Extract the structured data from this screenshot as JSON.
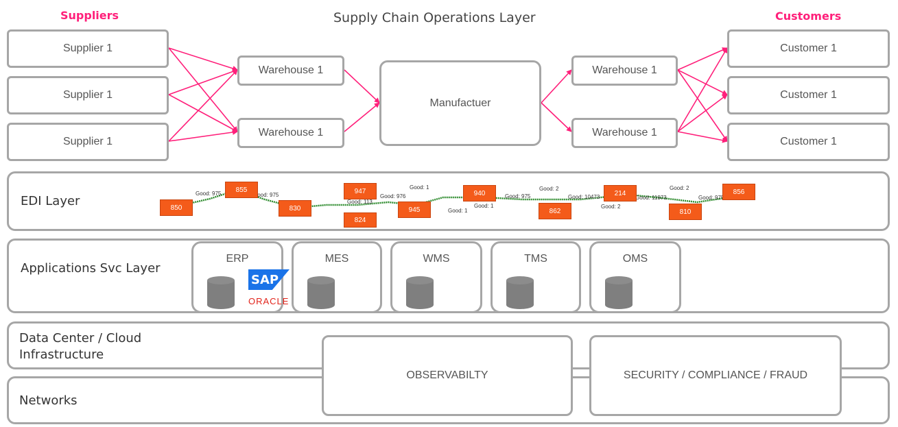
{
  "header": {
    "suppliers_title": "Suppliers",
    "main_title": "Supply Chain Operations Layer",
    "customers_title": "Customers"
  },
  "flow": {
    "suppliers": [
      "Supplier 1",
      "Supplier 1",
      "Supplier 1"
    ],
    "warehouses_in": [
      "Warehouse 1",
      "Warehouse 1"
    ],
    "manufacturer": "Manufactuer",
    "warehouses_out": [
      "Warehouse 1",
      "Warehouse 1"
    ],
    "customers": [
      "Customer 1",
      "Customer 1",
      "Customer 1"
    ],
    "arrow_color": "#ff1f7a"
  },
  "layers": {
    "edi": "EDI Layer",
    "apps": "Applications Svc Layer",
    "datacenter": "Data Center / Cloud Infrastructure",
    "networks": "Networks"
  },
  "edi_flow": {
    "tag_color": "#f45b1a",
    "line_color": "#2e8b2e",
    "tags": [
      "850",
      "855",
      "830",
      "947",
      "824",
      "945",
      "940",
      "862",
      "214",
      "810",
      "856"
    ],
    "notes": [
      "Good: 975",
      "Good: 975",
      "Good: 976",
      "Good: 113",
      "Good: 1",
      "Good: 1",
      "Good: 1",
      "Good: 975",
      "Good: 2",
      "Good: 10473",
      "Good: 2",
      "Good: 11973",
      "Good: 2",
      "Good: 975"
    ]
  },
  "apps": [
    {
      "name": "ERP",
      "icon": "database-icon",
      "vendors": [
        "SAP",
        "ORACLE"
      ]
    },
    {
      "name": "MES",
      "icon": "database-icon"
    },
    {
      "name": "WMS",
      "icon": "database-icon"
    },
    {
      "name": "TMS",
      "icon": "database-icon"
    },
    {
      "name": "OMS",
      "icon": "database-icon"
    }
  ],
  "cross_cutting": {
    "observability": "OBSERVABILTY",
    "security": "SECURITY / COMPLIANCE / FRAUD"
  }
}
